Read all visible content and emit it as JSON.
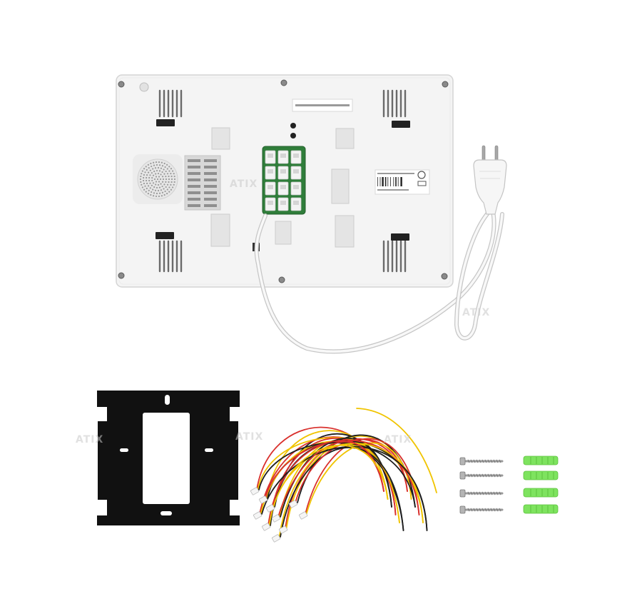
{
  "watermarks": [
    {
      "text": "ATIX"
    },
    {
      "text": "ATIX"
    },
    {
      "text": "ATIX"
    },
    {
      "text": "ATIX"
    },
    {
      "text": "ATIX"
    }
  ],
  "colors": {
    "background": "#ffffff",
    "monitor_body": "#f4f4f4",
    "pcb": "#2f7d3a",
    "bracket": "#111111",
    "wire_red": "#d9302c",
    "wire_yellow": "#f0c400",
    "wire_black": "#1e1e1e",
    "screw": "#9a9a9a",
    "dowel": "#7ee35f",
    "cable": "#f7f7f7"
  }
}
